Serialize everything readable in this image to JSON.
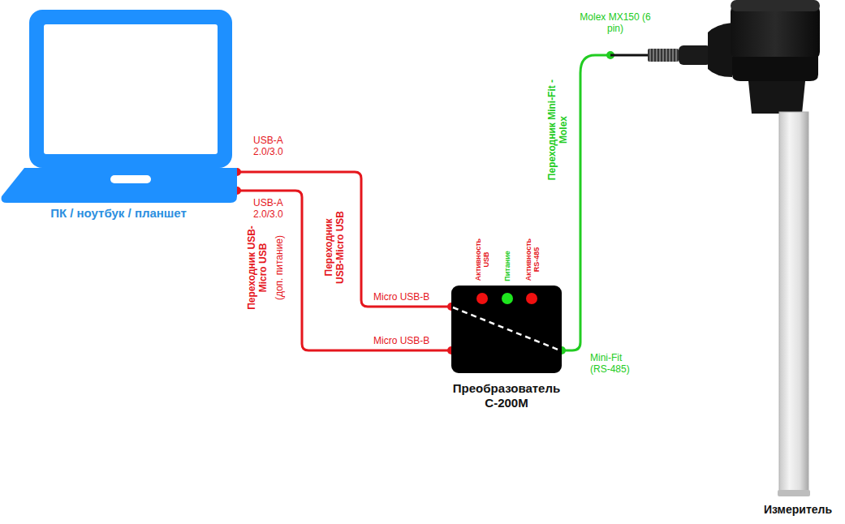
{
  "diagram": {
    "nodes": [
      {
        "text": [
          "ПК / ноутбук / планшет"
        ]
      },
      {
        "text": [
          "Преобразователь С-200М"
        ]
      },
      {
        "text": [
          "Измеритель"
        ]
      }
    ],
    "edges": [
      {
        "from": 0,
        "to": 1,
        "arrow": "none",
        "label": "Переходник USB-Micro USB"
      },
      {
        "from": 0,
        "to": 1,
        "arrow": "none",
        "label": "Переходник USB-Micro USB"
      },
      {
        "from": 1,
        "to": 2,
        "arrow": "none",
        "label": "Переходник Mini-Fit - Molex"
      }
    ],
    "labels": [
      "USB-A 2.0/3.0",
      "USB-A 2.0/3.0",
      "(доп. питание)",
      "Micro USB-B",
      "Micro USB-B",
      "Активность USB",
      "Питание",
      "Активность RS-485",
      "Mini-Fit (RS-485)",
      "Molex MX150 (6 pin)"
    ]
  }
}
